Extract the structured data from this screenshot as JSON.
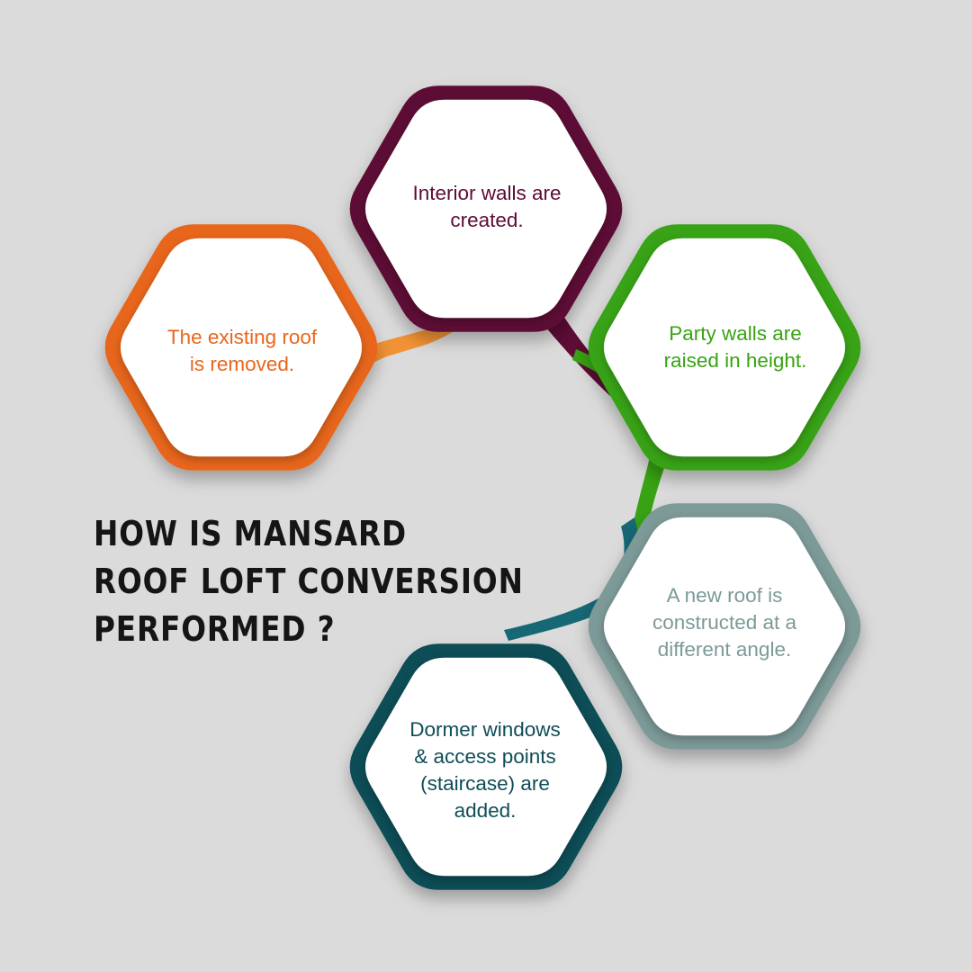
{
  "title_lines": [
    "HOW IS MANSARD",
    "ROOF LOFT CONVERSION",
    "PERFORMED ?"
  ],
  "steps": [
    {
      "text": "The existing roof\nis removed.",
      "color": "#e8661a",
      "color_light": "#f29235",
      "name": "step-roof-removed"
    },
    {
      "text": "Interior walls are\ncreated.",
      "color": "#5d0c35",
      "color_light": "#8a1a4e",
      "name": "step-interior-walls"
    },
    {
      "text": "Party walls are\nraised in height.",
      "color": "#38a313",
      "color_light": "#4bbf1c",
      "name": "step-party-walls"
    },
    {
      "text": "A new roof is\nconstructed at a\ndifferent angle.",
      "color": "#7c9a98",
      "color_light": "#9bb3b1",
      "name": "step-new-roof"
    },
    {
      "text": "Dormer windows\n& access points\n(staircase) are\nadded.",
      "color": "#0f4d57",
      "color_light": "#176875",
      "name": "step-dormer-windows"
    }
  ],
  "colors": {
    "background": "#dcdbdb",
    "title": "#151515",
    "hex_fill": "#ffffff"
  }
}
